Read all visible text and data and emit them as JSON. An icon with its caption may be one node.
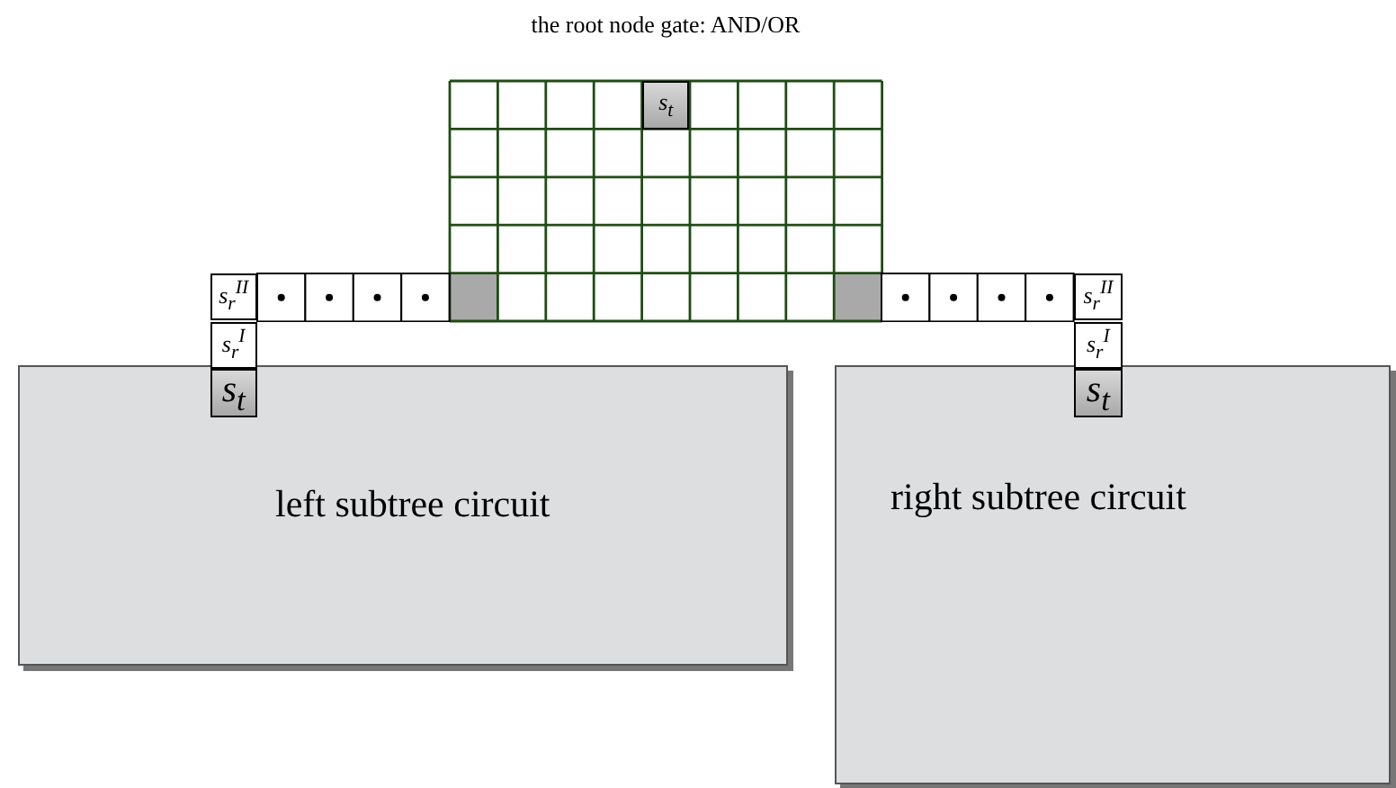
{
  "diagram": {
    "title": "the root node gate: AND/OR",
    "nodes": [
      {
        "text": [
          "s$_{t}$"
        ]
      },
      {
        "text": [
          "s$_{r}$$^{II}$"
        ]
      },
      {
        "text": [
          "s$_{r}$$^{II}$"
        ]
      },
      {
        "text": [
          "s$_{r}$$^{I}$"
        ]
      },
      {
        "text": [
          "s$_{r}$$^{I}$"
        ]
      },
      {
        "text": [
          "s$_{t}$"
        ],
        "in": 7
      },
      {
        "text": [
          "s$_{t}$"
        ],
        "in": 8
      },
      {
        "text": [
          "left subtree circuit"
        ]
      },
      {
        "text": [
          "right subtree circuit"
        ]
      }
    ],
    "edges": []
  }
}
